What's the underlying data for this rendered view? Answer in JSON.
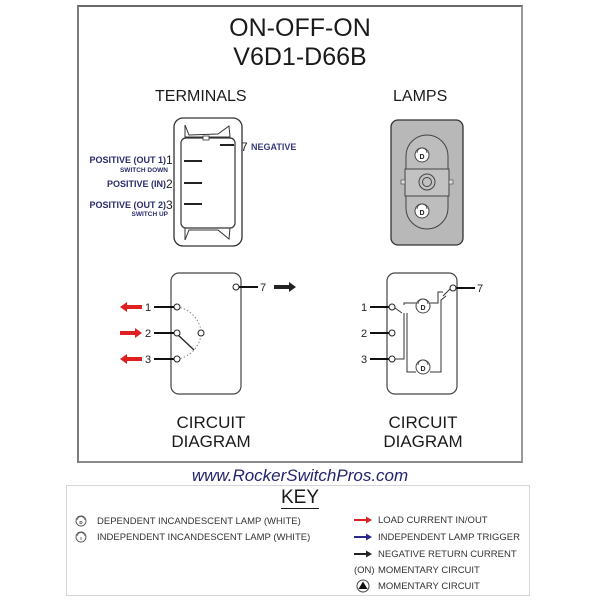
{
  "header": {
    "switch_type": "ON-OFF-ON",
    "part_number": "V6D1-D66B"
  },
  "terminals": {
    "heading": "TERMINALS",
    "items": [
      {
        "label": "POSITIVE (OUT 1)",
        "sublabel": "SWITCH DOWN",
        "number": "1"
      },
      {
        "label": "POSITIVE (IN)",
        "sublabel": "",
        "number": "2"
      },
      {
        "label": "POSITIVE (OUT 2)",
        "sublabel": "SWITCH UP",
        "number": "3"
      }
    ],
    "negative": {
      "number": "7",
      "label": "NEGATIVE"
    }
  },
  "lamps": {
    "heading": "LAMPS",
    "lamp_letter": "D"
  },
  "circuit_left": {
    "caption_line1": "CIRCUIT",
    "caption_line2": "DIAGRAM",
    "pins": [
      "1",
      "2",
      "3",
      "7"
    ]
  },
  "circuit_right": {
    "caption_line1": "CIRCUIT",
    "caption_line2": "DIAGRAM",
    "pins": [
      "1",
      "2",
      "3",
      "7"
    ],
    "lamp_letter": "D"
  },
  "website": "www.RockerSwitchPros.com",
  "key": {
    "title": "KEY",
    "left_items": [
      {
        "icon": "dependent-lamp-icon",
        "text": "DEPENDENT INCANDESCENT LAMP (WHITE)"
      },
      {
        "icon": "independent-lamp-icon",
        "text": "INDEPENDENT INCANDESCENT LAMP (WHITE)"
      }
    ],
    "right_items": [
      {
        "icon": "red-arrow-icon",
        "text": "LOAD CURRENT IN/OUT"
      },
      {
        "icon": "blue-arrow-icon",
        "text": "INDEPENDENT LAMP TRIGGER"
      },
      {
        "icon": "black-arrow-icon",
        "text": "NEGATIVE RETURN CURRENT"
      },
      {
        "icon": "on-text",
        "prefix": "(ON)",
        "text": "MOMENTARY CIRCUIT"
      },
      {
        "icon": "triangle-icon",
        "text": "MOMENTARY CIRCUIT"
      }
    ]
  },
  "colors": {
    "load_current": "#e02020",
    "lamp_trigger": "#2a2a8a",
    "negative_return": "#222222",
    "label_blue": "#2b2b6e",
    "lamp_body": "#b8b8b8"
  }
}
